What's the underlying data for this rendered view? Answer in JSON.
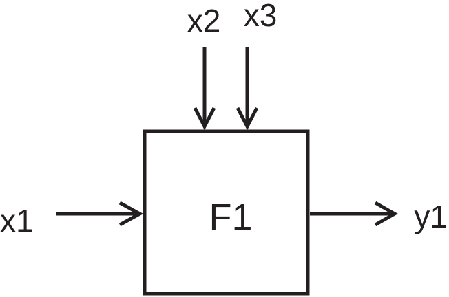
{
  "block": {
    "label": "F1"
  },
  "inputs": [
    {
      "id": "x1",
      "label": "x1"
    },
    {
      "id": "x2",
      "label": "x2"
    },
    {
      "id": "x3",
      "label": "x3"
    }
  ],
  "outputs": [
    {
      "id": "y1",
      "label": "y1"
    }
  ],
  "colors": {
    "line": "#231f20",
    "background": "#ffffff"
  }
}
